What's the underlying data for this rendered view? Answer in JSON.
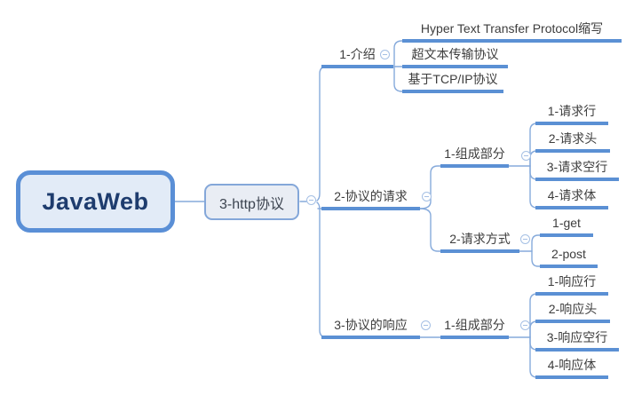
{
  "colors": {
    "canvas": "#ffffff",
    "connector": "#86aadb",
    "underline": "#5b90d4",
    "root_border": "#5a8fd6",
    "root_fill": "#e2ebf7",
    "root_text": "#1e3c6e",
    "topic_border": "#84a7d9",
    "topic_fill": "#e9edf4",
    "node_text": "#3d3d3d",
    "toggle": "#a6c0e4"
  },
  "icons": {
    "collapse": "minus-circle-icon"
  },
  "mindmap": {
    "root": {
      "label": "JavaWeb"
    },
    "topic": {
      "label": "3-http协议"
    },
    "branches": [
      {
        "label": "1-介绍",
        "children": [
          {
            "label": "Hyper Text Transfer Protocol缩写"
          },
          {
            "label": "超文本传输协议"
          },
          {
            "label": "基于TCP/IP协议"
          }
        ]
      },
      {
        "label": "2-协议的请求",
        "children": [
          {
            "label": "1-组成部分",
            "children": [
              {
                "label": "1-请求行"
              },
              {
                "label": "2-请求头"
              },
              {
                "label": "3-请求空行"
              },
              {
                "label": "4-请求体"
              }
            ]
          },
          {
            "label": "2-请求方式",
            "children": [
              {
                "label": "1-get"
              },
              {
                "label": "2-post"
              }
            ]
          }
        ]
      },
      {
        "label": "3-协议的响应",
        "children": [
          {
            "label": "1-组成部分",
            "children": [
              {
                "label": "1-响应行"
              },
              {
                "label": "2-响应头"
              },
              {
                "label": "3-响应空行"
              },
              {
                "label": "4-响应体"
              }
            ]
          }
        ]
      }
    ]
  }
}
